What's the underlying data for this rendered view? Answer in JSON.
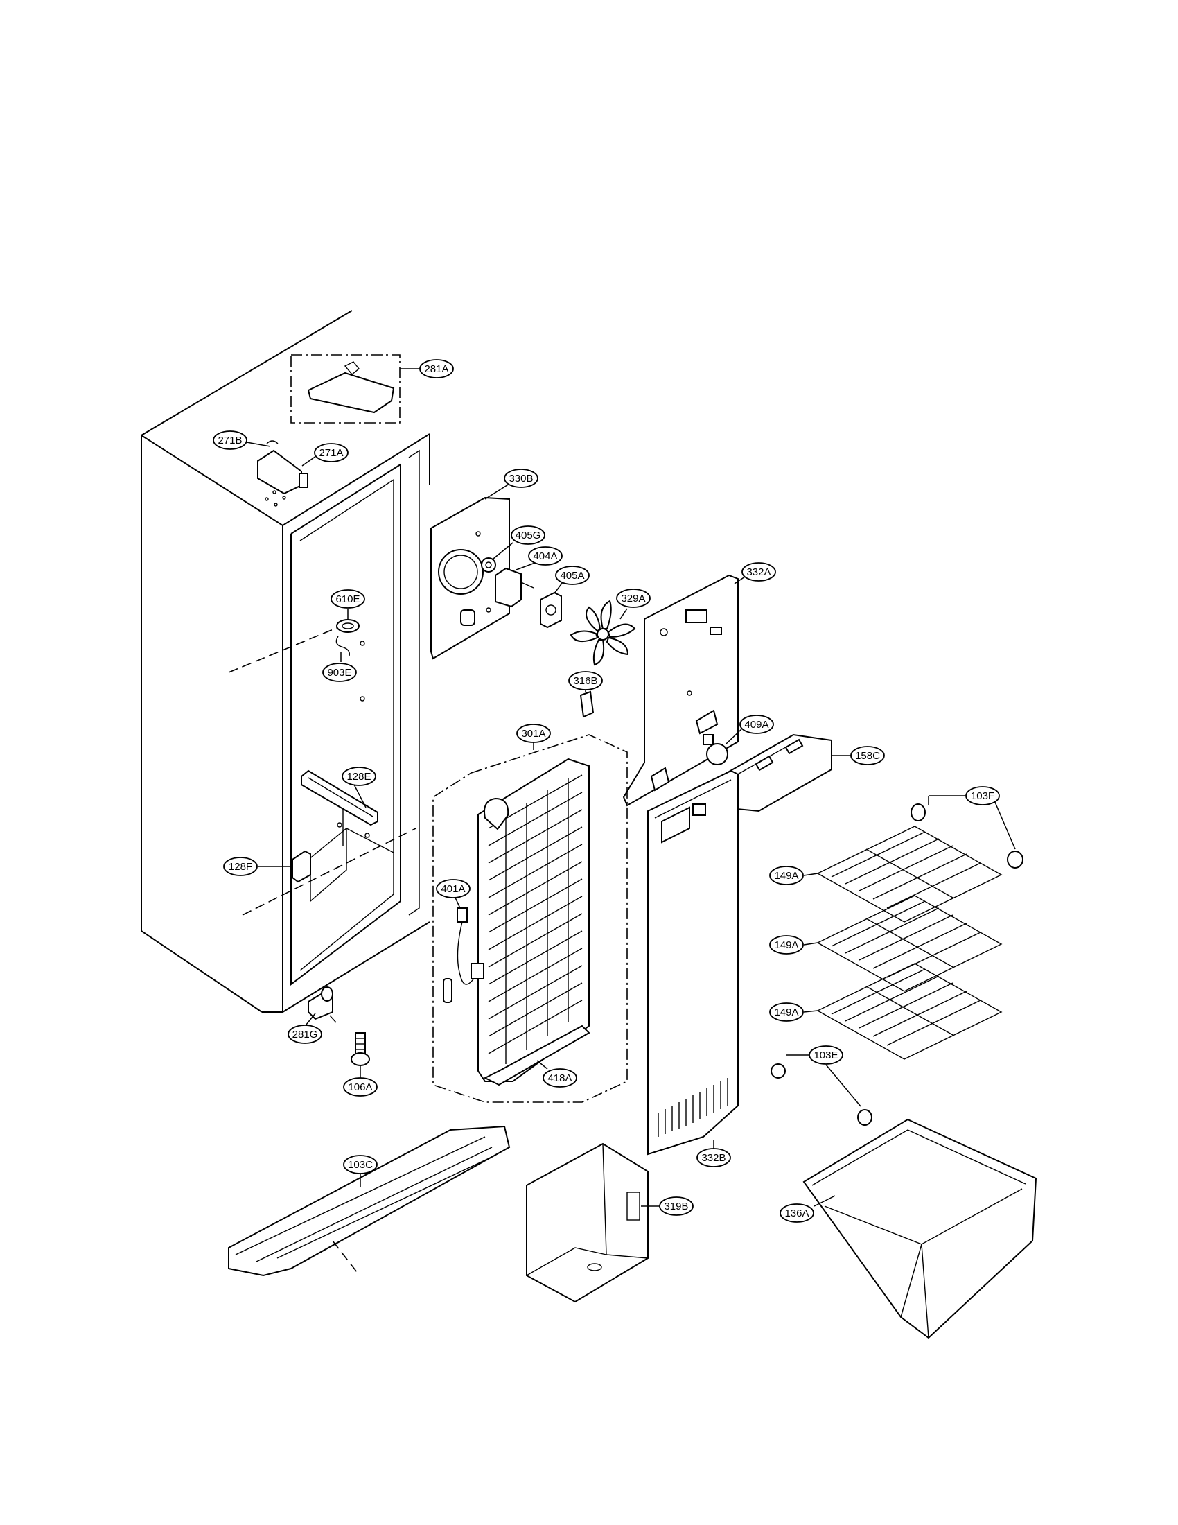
{
  "diagram": {
    "part_labels": [
      "281A",
      "271B",
      "271A",
      "330B",
      "405G",
      "404A",
      "405A",
      "329A",
      "332A",
      "610E",
      "903E",
      "316B",
      "301A",
      "409A",
      "158C",
      "103F",
      "128E",
      "149A",
      "128F",
      "401A",
      "149A",
      "149A",
      "281G",
      "106A",
      "103E",
      "418A",
      "332B",
      "103C",
      "319B",
      "136A"
    ]
  }
}
